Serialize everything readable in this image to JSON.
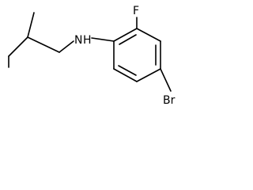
{
  "molecule": {
    "atoms": {
      "fluorine": "F",
      "nitrogen": "N",
      "hydrogen": "H",
      "bromine": "Br"
    }
  }
}
